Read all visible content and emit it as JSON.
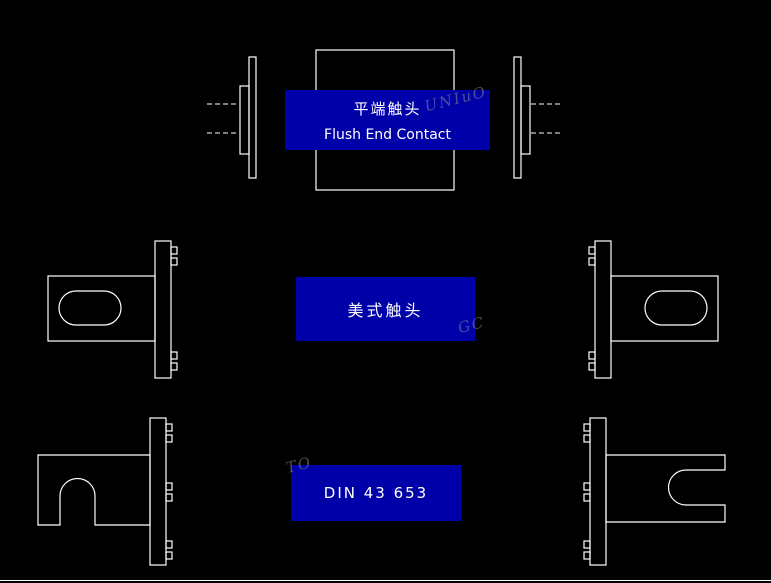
{
  "colors": {
    "background": "#000000",
    "line": "#ffffff",
    "label_bg": "#0000a8",
    "label_text": "#ffffff",
    "watermark": "#8c8c96"
  },
  "labels": {
    "flush_end": {
      "zh": "平端触头",
      "en": "Flush End Contact"
    },
    "american": {
      "zh": "美式触头"
    },
    "din": {
      "text": "DIN 43 653"
    }
  },
  "watermark": {
    "fragments": [
      {
        "text": "UNIuO"
      },
      {
        "text": "GC"
      },
      {
        "text": "TO"
      }
    ]
  }
}
